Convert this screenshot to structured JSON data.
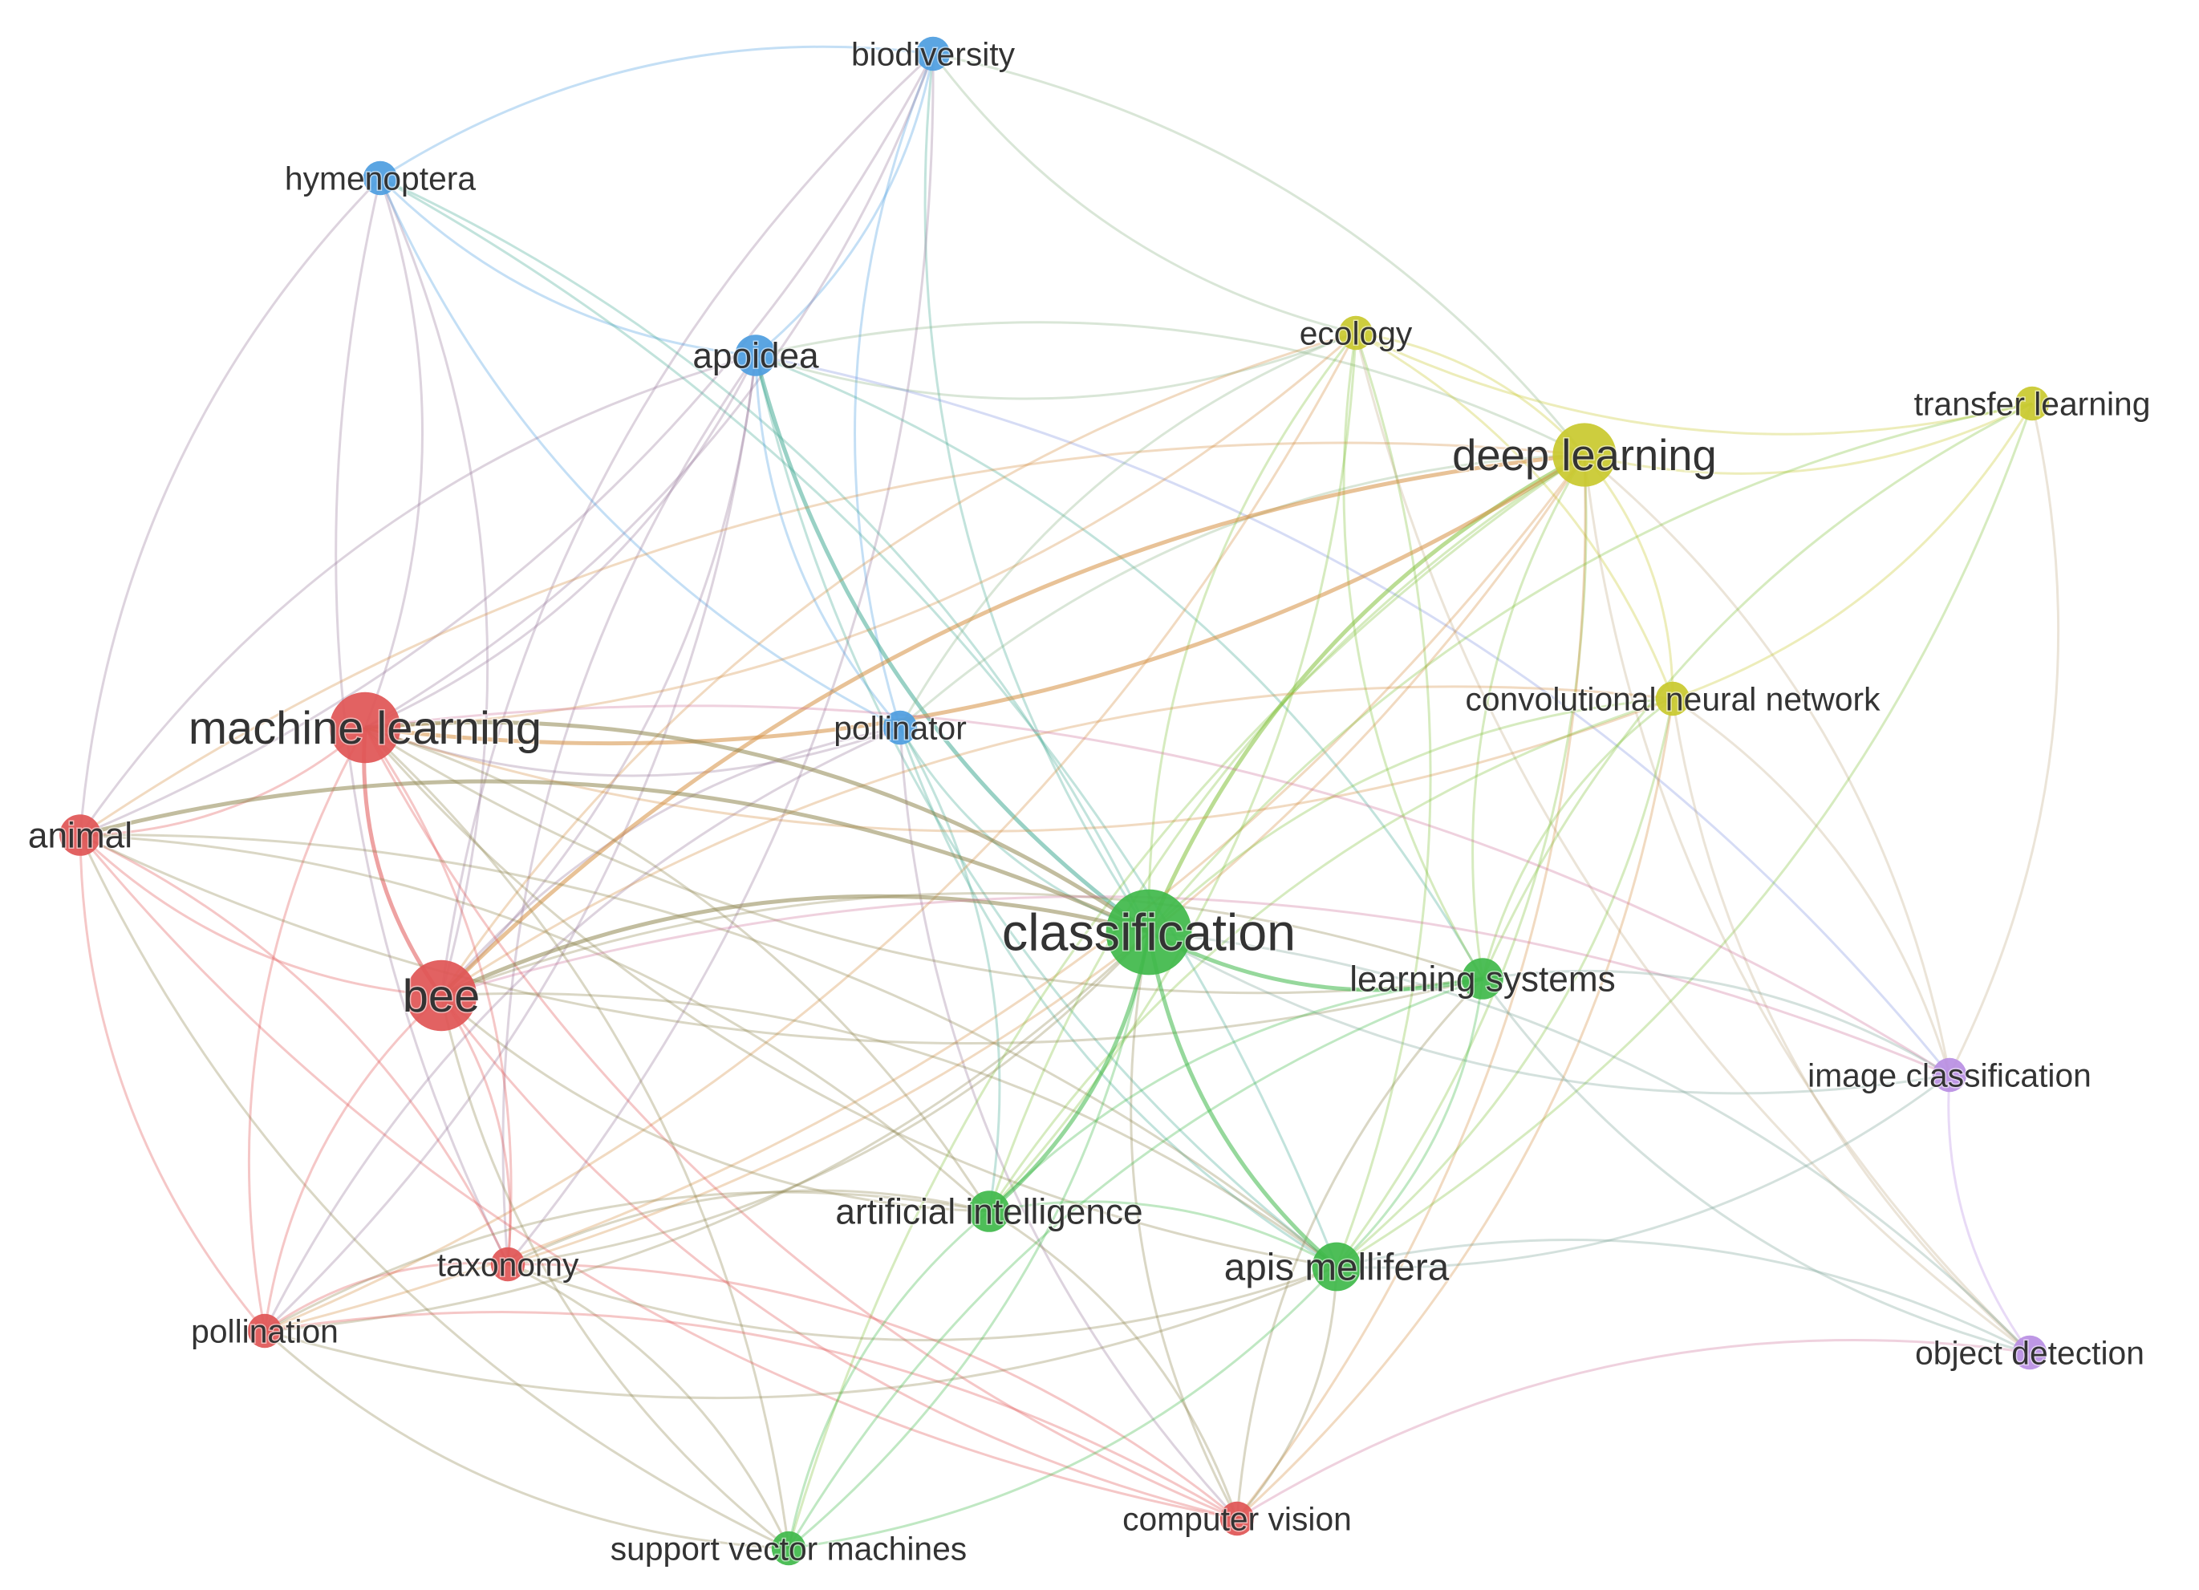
{
  "clusters": {
    "red": "#e05555",
    "blue": "#4d9de0",
    "green": "#3fb84a",
    "yellow": "#c9c92e",
    "purple": "#b98ee3"
  },
  "nodes": [
    {
      "id": "biodiversity",
      "label": "biodiversity",
      "cluster": "blue",
      "weight": 2
    },
    {
      "id": "hymenoptera",
      "label": "hymenoptera",
      "cluster": "blue",
      "weight": 2
    },
    {
      "id": "apoidea",
      "label": "apoidea",
      "cluster": "blue",
      "weight": 3
    },
    {
      "id": "pollinator",
      "label": "pollinator",
      "cluster": "blue",
      "weight": 2
    },
    {
      "id": "ecology",
      "label": "ecology",
      "cluster": "yellow",
      "weight": 2
    },
    {
      "id": "deep-learning",
      "label": "deep learning",
      "cluster": "yellow",
      "weight": 6
    },
    {
      "id": "transfer-learning",
      "label": "transfer learning",
      "cluster": "yellow",
      "weight": 2
    },
    {
      "id": "cnn",
      "label": "convolutional neural network",
      "cluster": "yellow",
      "weight": 2
    },
    {
      "id": "machine-learning",
      "label": "machine learning",
      "cluster": "red",
      "weight": 7
    },
    {
      "id": "animal",
      "label": "animal",
      "cluster": "red",
      "weight": 3
    },
    {
      "id": "bee",
      "label": "bee",
      "cluster": "red",
      "weight": 7
    },
    {
      "id": "taxonomy",
      "label": "taxonomy",
      "cluster": "red",
      "weight": 2
    },
    {
      "id": "pollination",
      "label": "pollination",
      "cluster": "red",
      "weight": 2
    },
    {
      "id": "computer-vision",
      "label": "computer vision",
      "cluster": "red",
      "weight": 2
    },
    {
      "id": "classification",
      "label": "classification",
      "cluster": "green",
      "weight": 9
    },
    {
      "id": "learning-systems",
      "label": "learning systems",
      "cluster": "green",
      "weight": 3
    },
    {
      "id": "artificial-intelligence",
      "label": "artificial intelligence",
      "cluster": "green",
      "weight": 3
    },
    {
      "id": "apis-mellifera",
      "label": "apis mellifera",
      "cluster": "green",
      "weight": 4
    },
    {
      "id": "svm",
      "label": "support vector machines",
      "cluster": "green",
      "weight": 2
    },
    {
      "id": "image-classification",
      "label": "image classification",
      "cluster": "purple",
      "weight": 2
    },
    {
      "id": "object-detection",
      "label": "object detection",
      "cluster": "purple",
      "weight": 2
    }
  ],
  "edges": [
    [
      "biodiversity",
      "hymenoptera"
    ],
    [
      "biodiversity",
      "apoidea"
    ],
    [
      "biodiversity",
      "pollinator"
    ],
    [
      "biodiversity",
      "deep-learning"
    ],
    [
      "biodiversity",
      "ecology"
    ],
    [
      "biodiversity",
      "machine-learning"
    ],
    [
      "biodiversity",
      "bee"
    ],
    [
      "biodiversity",
      "animal"
    ],
    [
      "biodiversity",
      "classification"
    ],
    [
      "biodiversity",
      "taxonomy"
    ],
    [
      "hymenoptera",
      "apoidea"
    ],
    [
      "hymenoptera",
      "bee"
    ],
    [
      "hymenoptera",
      "animal"
    ],
    [
      "hymenoptera",
      "machine-learning"
    ],
    [
      "hymenoptera",
      "pollinator"
    ],
    [
      "hymenoptera",
      "classification"
    ],
    [
      "hymenoptera",
      "taxonomy"
    ],
    [
      "hymenoptera",
      "apis-mellifera"
    ],
    [
      "apoidea",
      "pollinator"
    ],
    [
      "apoidea",
      "bee"
    ],
    [
      "apoidea",
      "animal"
    ],
    [
      "apoidea",
      "machine-learning"
    ],
    [
      "apoidea",
      "classification"
    ],
    [
      "apoidea",
      "deep-learning"
    ],
    [
      "apoidea",
      "ecology"
    ],
    [
      "apoidea",
      "pollination"
    ],
    [
      "apoidea",
      "apis-mellifera"
    ],
    [
      "apoidea",
      "image-classification"
    ],
    [
      "apoidea",
      "taxonomy"
    ],
    [
      "apoidea",
      "learning-systems"
    ],
    [
      "pollinator",
      "bee"
    ],
    [
      "pollinator",
      "machine-learning"
    ],
    [
      "pollinator",
      "classification"
    ],
    [
      "pollinator",
      "deep-learning"
    ],
    [
      "pollinator",
      "pollination"
    ],
    [
      "pollinator",
      "artificial-intelligence"
    ],
    [
      "pollinator",
      "apis-mellifera"
    ],
    [
      "pollinator",
      "ecology"
    ],
    [
      "pollinator",
      "computer-vision"
    ],
    [
      "ecology",
      "deep-learning"
    ],
    [
      "ecology",
      "transfer-learning"
    ],
    [
      "ecology",
      "cnn"
    ],
    [
      "ecology",
      "classification"
    ],
    [
      "ecology",
      "machine-learning"
    ],
    [
      "ecology",
      "bee"
    ],
    [
      "ecology",
      "apis-mellifera"
    ],
    [
      "ecology",
      "learning-systems"
    ],
    [
      "ecology",
      "pollination"
    ],
    [
      "ecology",
      "object-detection"
    ],
    [
      "ecology",
      "artificial-intelligence"
    ],
    [
      "deep-learning",
      "transfer-learning"
    ],
    [
      "deep-learning",
      "cnn"
    ],
    [
      "deep-learning",
      "classification"
    ],
    [
      "deep-learning",
      "machine-learning"
    ],
    [
      "deep-learning",
      "bee"
    ],
    [
      "deep-learning",
      "apis-mellifera"
    ],
    [
      "deep-learning",
      "learning-systems"
    ],
    [
      "deep-learning",
      "image-classification"
    ],
    [
      "deep-learning",
      "object-detection"
    ],
    [
      "deep-learning",
      "computer-vision"
    ],
    [
      "deep-learning",
      "artificial-intelligence"
    ],
    [
      "deep-learning",
      "taxonomy"
    ],
    [
      "deep-learning",
      "animal"
    ],
    [
      "deep-learning",
      "pollination"
    ],
    [
      "deep-learning",
      "svm"
    ],
    [
      "transfer-learning",
      "cnn"
    ],
    [
      "transfer-learning",
      "classification"
    ],
    [
      "transfer-learning",
      "image-classification"
    ],
    [
      "transfer-learning",
      "learning-systems"
    ],
    [
      "transfer-learning",
      "apis-mellifera"
    ],
    [
      "cnn",
      "classification"
    ],
    [
      "cnn",
      "machine-learning"
    ],
    [
      "cnn",
      "bee"
    ],
    [
      "cnn",
      "apis-mellifera"
    ],
    [
      "cnn",
      "learning-systems"
    ],
    [
      "cnn",
      "image-classification"
    ],
    [
      "cnn",
      "object-detection"
    ],
    [
      "cnn",
      "computer-vision"
    ],
    [
      "cnn",
      "artificial-intelligence"
    ],
    [
      "machine-learning",
      "animal"
    ],
    [
      "machine-learning",
      "bee"
    ],
    [
      "machine-learning",
      "taxonomy"
    ],
    [
      "machine-learning",
      "pollination"
    ],
    [
      "machine-learning",
      "classification"
    ],
    [
      "machine-learning",
      "learning-systems"
    ],
    [
      "machine-learning",
      "artificial-intelligence"
    ],
    [
      "machine-learning",
      "apis-mellifera"
    ],
    [
      "machine-learning",
      "svm"
    ],
    [
      "machine-learning",
      "computer-vision"
    ],
    [
      "machine-learning",
      "image-classification"
    ],
    [
      "animal",
      "bee"
    ],
    [
      "animal",
      "taxonomy"
    ],
    [
      "animal",
      "pollination"
    ],
    [
      "animal",
      "classification"
    ],
    [
      "animal",
      "computer-vision"
    ],
    [
      "animal",
      "apis-mellifera"
    ],
    [
      "animal",
      "svm"
    ],
    [
      "animal",
      "artificial-intelligence"
    ],
    [
      "animal",
      "learning-systems"
    ],
    [
      "bee",
      "taxonomy"
    ],
    [
      "bee",
      "pollination"
    ],
    [
      "bee",
      "classification"
    ],
    [
      "bee",
      "computer-vision"
    ],
    [
      "bee",
      "apis-mellifera"
    ],
    [
      "bee",
      "artificial-intelligence"
    ],
    [
      "bee",
      "learning-systems"
    ],
    [
      "bee",
      "svm"
    ],
    [
      "bee",
      "image-classification"
    ],
    [
      "taxonomy",
      "pollination"
    ],
    [
      "taxonomy",
      "computer-vision"
    ],
    [
      "taxonomy",
      "classification"
    ],
    [
      "taxonomy",
      "svm"
    ],
    [
      "taxonomy",
      "apis-mellifera"
    ],
    [
      "taxonomy",
      "artificial-intelligence"
    ],
    [
      "pollination",
      "classification"
    ],
    [
      "pollination",
      "computer-vision"
    ],
    [
      "pollination",
      "apis-mellifera"
    ],
    [
      "pollination",
      "artificial-intelligence"
    ],
    [
      "pollination",
      "svm"
    ],
    [
      "computer-vision",
      "classification"
    ],
    [
      "computer-vision",
      "apis-mellifera"
    ],
    [
      "computer-vision",
      "object-detection"
    ],
    [
      "computer-vision",
      "artificial-intelligence"
    ],
    [
      "computer-vision",
      "learning-systems"
    ],
    [
      "classification",
      "learning-systems"
    ],
    [
      "classification",
      "artificial-intelligence"
    ],
    [
      "classification",
      "apis-mellifera"
    ],
    [
      "classification",
      "svm"
    ],
    [
      "classification",
      "image-classification"
    ],
    [
      "classification",
      "object-detection"
    ],
    [
      "learning-systems",
      "artificial-intelligence"
    ],
    [
      "learning-systems",
      "apis-mellifera"
    ],
    [
      "learning-systems",
      "svm"
    ],
    [
      "learning-systems",
      "image-classification"
    ],
    [
      "learning-systems",
      "object-detection"
    ],
    [
      "artificial-intelligence",
      "apis-mellifera"
    ],
    [
      "artificial-intelligence",
      "svm"
    ],
    [
      "apis-mellifera",
      "svm"
    ],
    [
      "apis-mellifera",
      "image-classification"
    ],
    [
      "apis-mellifera",
      "object-detection"
    ],
    [
      "image-classification",
      "object-detection"
    ]
  ]
}
